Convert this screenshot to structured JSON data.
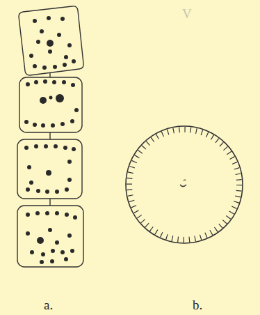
{
  "diagram": {
    "labels": [
      "a.",
      "b.",
      "V"
    ]
  }
}
